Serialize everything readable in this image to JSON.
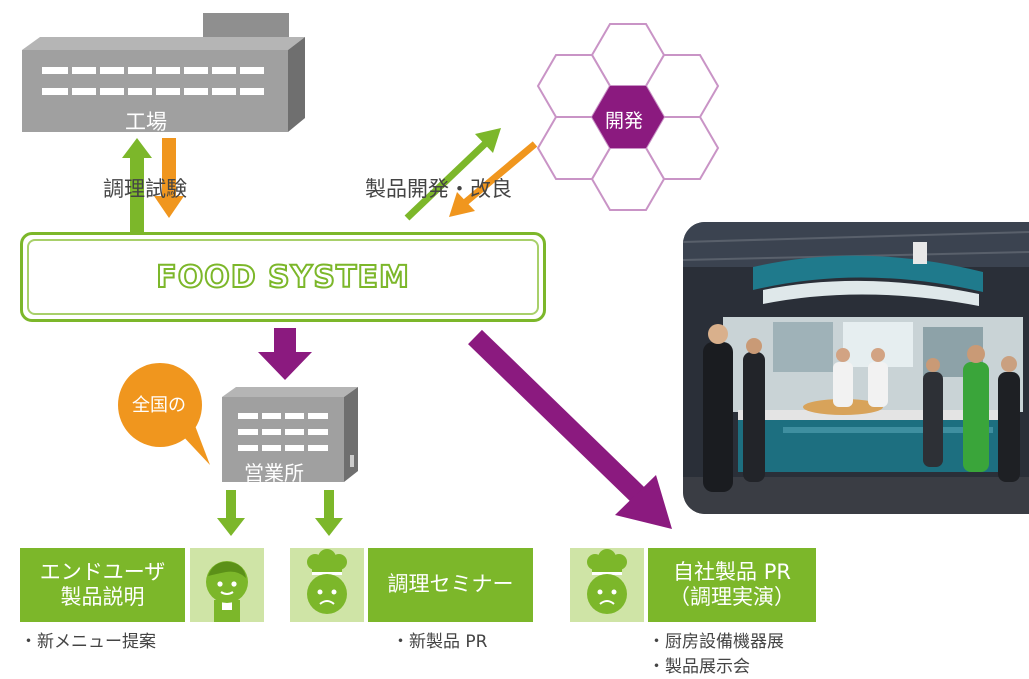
{
  "factory": {
    "label": "工場"
  },
  "test": {
    "label": "調理試験"
  },
  "dev": {
    "center_label": "開発",
    "arrow_label": "製品開発・改良"
  },
  "system": {
    "label": "FOOD SYSTEM"
  },
  "office": {
    "label": "営業所",
    "bubble": "全国の"
  },
  "cards": {
    "enduser": {
      "line1": "エンドユーザ",
      "line2": "製品説明",
      "note1": "・新メニュー提案"
    },
    "seminar": {
      "line1": "調理セミナー",
      "note1": "・新製品 PR"
    },
    "pr": {
      "line1": "自社製品 PR",
      "line2": "（調理実演）",
      "note1": "・厨房設備機器展",
      "note2": "・製品展示会"
    }
  },
  "colors": {
    "green": "#7cb72a",
    "light_green": "#cfe4a6",
    "purple": "#8b1a7f",
    "orange": "#f0961e",
    "gray": "#9b9b9b"
  }
}
